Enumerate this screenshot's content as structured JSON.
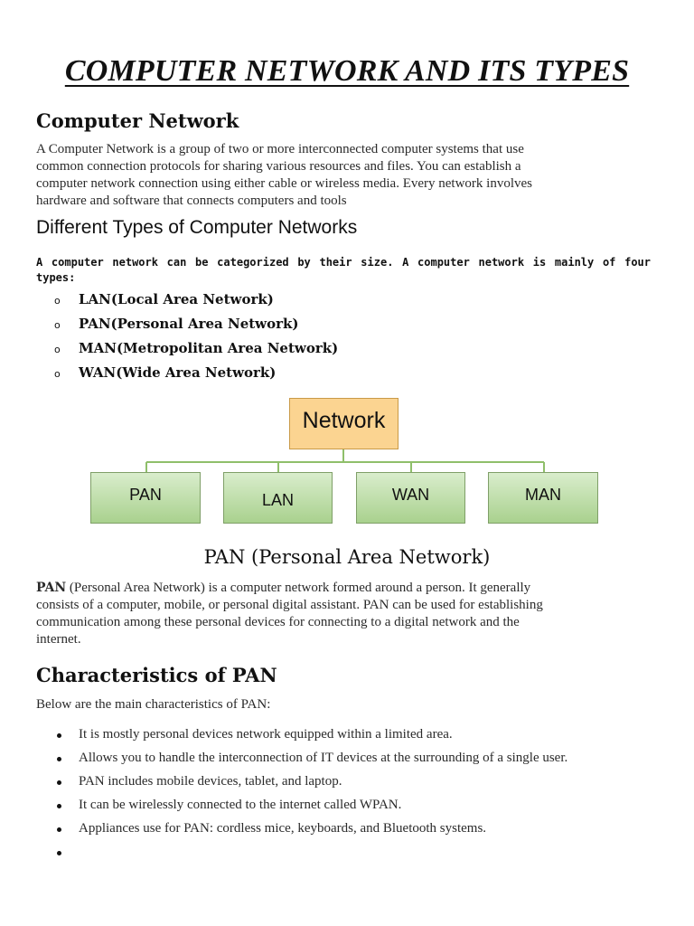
{
  "title": "COMPUTER NETWORK  AND ITS TYPES",
  "section_computer_network": {
    "heading": "Computer Network",
    "lines": [
      "A Computer Network is a group of two or more interconnected computer systems that use",
      "common connection protocols for sharing various resources and files. You can establish a",
      "computer network connection using either cable or wireless media. Every network involves",
      "hardware and software that connects computers and tools"
    ]
  },
  "section_types": {
    "heading": "Different Types of Computer Networks",
    "intro": "A computer network can be categorized by their size. A computer network is mainly of four types:",
    "bullet_symbol": "o",
    "items": [
      "LAN(Local Area Network)",
      "PAN(Personal Area Network)",
      "MAN(Metropolitan Area Network)",
      "WAN(Wide Area Network)"
    ]
  },
  "diagram": {
    "root": "Network",
    "children": [
      "PAN",
      "LAN",
      "WAN",
      "MAN"
    ],
    "colors": {
      "root_fill": "#fbd491",
      "child_fill_top": "#d9edcc",
      "child_fill_bottom": "#a9d18e",
      "connector": "#8fbf6a"
    }
  },
  "section_pan": {
    "heading": "PAN (Personal Area Network)",
    "lead_term": "PAN",
    "lines": [
      " (Personal Area Network) is a computer network formed around a person. It generally",
      "consists of a computer, mobile, or personal digital assistant. PAN can be used for establishing",
      "communication among these personal devices for connecting to a digital network and the",
      "internet."
    ]
  },
  "section_characteristics": {
    "heading": "Characteristics of PAN",
    "intro": "Below are the main characteristics of PAN:",
    "items": [
      "It is mostly personal devices network equipped within a limited area.",
      "Allows you to handle the interconnection of IT devices at the surrounding of a single user.",
      "PAN includes mobile devices, tablet, and laptop.",
      "It can be wirelessly connected to the internet called WPAN.",
      "Appliances use for PAN: cordless mice, keyboards, and Bluetooth systems.",
      ""
    ]
  }
}
